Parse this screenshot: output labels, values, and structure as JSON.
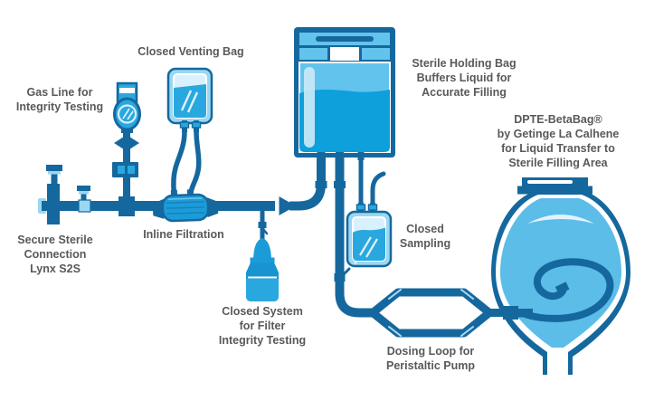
{
  "colors": {
    "dark": "#15689e",
    "med": "#29a8df",
    "strong": "#0da0db",
    "capsule": "#1b9cd8",
    "lightb": "#9bd7f2",
    "pale": "#d9f1fc",
    "sky": "#62c3ed",
    "beta": "#5bbde8",
    "text": "#58595b",
    "bg": "#ffffff"
  },
  "labels": {
    "gas_line": "Gas Line for\nIntegrity Testing",
    "closed_venting_bag": "Closed Venting Bag",
    "sterile_holding_bag": "Sterile Holding Bag\nBuffers Liquid for\nAccurate Filling",
    "dpte_betabag": "DPTE-BetaBag®\nby Getinge La Calhene\nfor Liquid Transfer to\nSterile Filling Area",
    "secure_sterile_connection": "Secure Sterile\nConnection\nLynx S2S",
    "inline_filtration": "Inline Filtration",
    "closed_system": "Closed System\nfor Filter\nIntegrity Testing",
    "closed_sampling": "Closed\nSampling",
    "dosing_loop": "Dosing Loop for\nPeristaltic Pump"
  }
}
